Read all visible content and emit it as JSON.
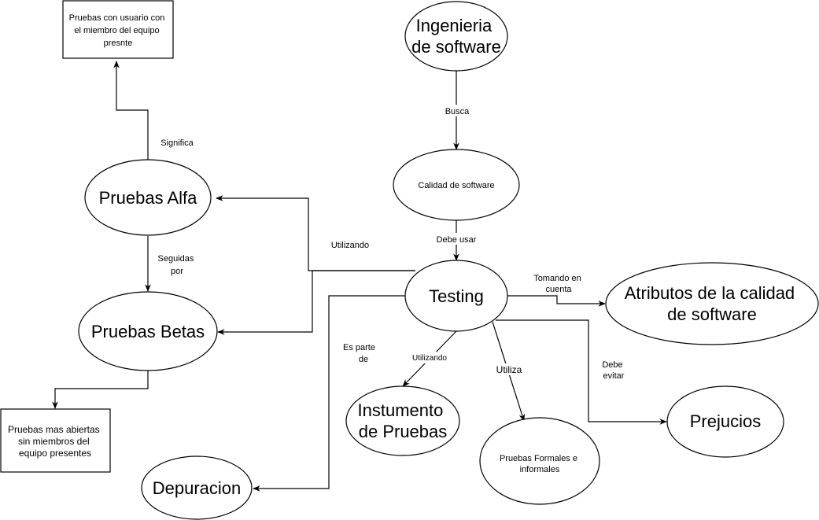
{
  "nodes": {
    "ingenieria": {
      "lines": [
        "Ingenieria",
        "de software"
      ]
    },
    "calidad": {
      "lines": [
        "Calidad de software"
      ]
    },
    "testing": {
      "lines": [
        "Testing"
      ]
    },
    "atributos": {
      "lines": [
        "Atributos de la calidad",
        "de software"
      ]
    },
    "alfa": {
      "lines": [
        "Pruebas Alfa"
      ]
    },
    "betas": {
      "lines": [
        "Pruebas Betas"
      ]
    },
    "usuario_box": {
      "lines": [
        "Pruebas con usuario con",
        "el miembro del equipo",
        "presnte"
      ]
    },
    "abiertas_box": {
      "lines": [
        "Pruebas mas abiertas",
        "sin miembros del",
        "equipo presentes"
      ]
    },
    "instumento": {
      "lines": [
        "Instumento",
        "de Pruebas"
      ]
    },
    "formales": {
      "lines": [
        "Pruebas Formales e",
        "informales"
      ]
    },
    "prejucios": {
      "lines": [
        "Prejucios"
      ]
    },
    "depuracion": {
      "lines": [
        "Depuracion"
      ]
    }
  },
  "edges": {
    "busca": {
      "lines": [
        "Busca"
      ]
    },
    "debe_usar": {
      "lines": [
        "Debe usar"
      ]
    },
    "tomando": {
      "lines": [
        "Tomando en",
        "cuenta"
      ]
    },
    "utilizando_top": {
      "lines": [
        "Utilizando"
      ]
    },
    "significa": {
      "lines": [
        "Significa"
      ]
    },
    "seguidas": {
      "lines": [
        "Seguidas",
        "por"
      ]
    },
    "es_parte": {
      "lines": [
        "Es parte",
        "de"
      ]
    },
    "utilizando_low": {
      "lines": [
        "Utilizando"
      ]
    },
    "utiliza": {
      "lines": [
        "Utiliza"
      ]
    },
    "debe_evitar": {
      "lines": [
        "Debe",
        "evitar"
      ]
    }
  },
  "colors": {
    "stroke": "#000000",
    "background": "#ffffff"
  }
}
